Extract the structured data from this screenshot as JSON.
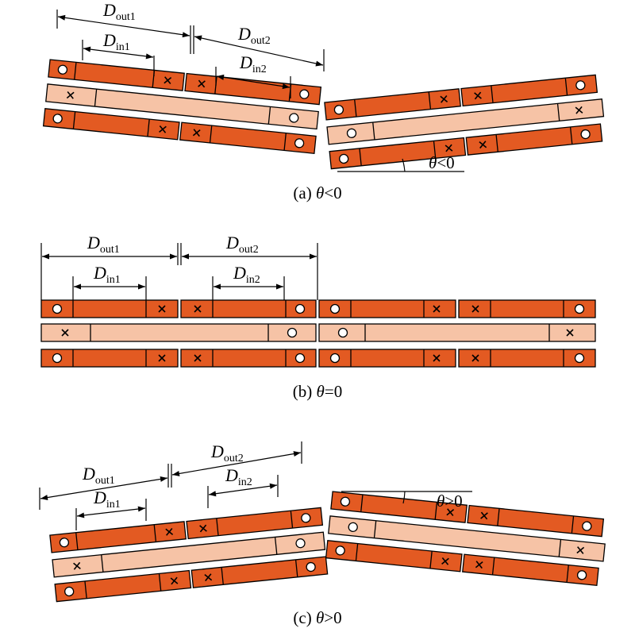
{
  "colors": {
    "dark_bar": "#e35a22",
    "light_bar": "#f6c3a6",
    "outline": "#000000",
    "background": "#ffffff"
  },
  "labels": {
    "d_symbol": "D",
    "out1": "out1",
    "out2": "out2",
    "in1": "in1",
    "in2": "in2",
    "theta": "θ",
    "theta_lt": "<0",
    "theta_gt": ">0"
  },
  "panels": [
    {
      "id": "a",
      "caption_prefix": "(a) ",
      "theta": "θ",
      "relation": "<0"
    },
    {
      "id": "b",
      "caption_prefix": "(b) ",
      "theta": "θ",
      "relation": "=0"
    },
    {
      "id": "c",
      "caption_prefix": "(c) ",
      "theta": "θ",
      "relation": ">0"
    }
  ],
  "icons": {
    "dot": "circle-icon",
    "x": "cross-icon"
  }
}
